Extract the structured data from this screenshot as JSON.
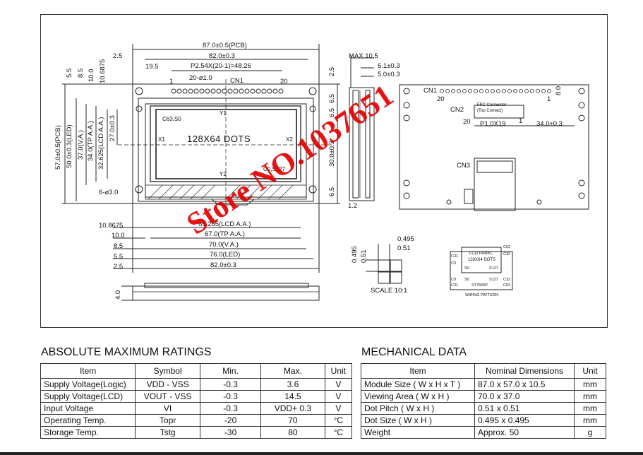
{
  "drawing": {
    "front_view": {
      "top_dims": [
        "87.0±0.5(PCB)",
        "82.0±0.3",
        "P2.54X(20-1)=48.26",
        "20-ø1.0",
        "2.5",
        "19.5"
      ],
      "connector_labels": [
        "1",
        "CN1",
        "20"
      ],
      "left_top_dims": [
        "5.5",
        "8.5",
        "10.0",
        "10.6875"
      ],
      "vertical_dims": [
        "57.0±0.5(PCB)",
        "50.0±0.3(LED)",
        "37.0(V.A.)",
        "34.0(TP A.A.)",
        "32.625(LCD A.A.)",
        "27.0±0.3"
      ],
      "right_dims": [
        "2.5",
        "6.5",
        "6.5",
        "30.0±0.3",
        "6.5"
      ],
      "display_labels": [
        "C63,S0",
        "Y1",
        "X1",
        "128X64  DOTS",
        "X2",
        "Y2",
        "C0,S127"
      ],
      "hole_label": "6-ø3.0",
      "left_bottom_dims": [
        "10.8675",
        "10.0",
        "8.5",
        "5.5",
        "2.5"
      ],
      "bottom_dims": [
        "65.265(LCD A.A.)",
        "67.0(TP A.A.)",
        "70.0(V.A.)",
        "76.0(LED)",
        "82.0±0.3"
      ],
      "thickness": "4.0"
    },
    "side_view": {
      "dims": [
        "MAX 10.5",
        "6.1±0.3",
        "5.0±0.3"
      ],
      "bottom": "1.2"
    },
    "back_view": {
      "labels": [
        "CN1",
        "20",
        "1",
        "8.0",
        "CN2",
        "FPC Connector",
        "(Top Contact)",
        "20",
        "P1.0X19",
        "1",
        "34.0±0.3",
        "CN3"
      ]
    },
    "pixel_detail": {
      "dims": [
        "0.495",
        "0.51",
        "0.495",
        "0.51"
      ],
      "scale": "SCALE 10:1"
    },
    "wiring": {
      "labels": [
        "LCD PANEL",
        "128X64 DOTS",
        "C63",
        "C31",
        "C32",
        "C0",
        "S0",
        "S127",
        "C0",
        "S0",
        "S127",
        "C32",
        "C31",
        "ST7565P",
        "C63",
        "WIRING PATTERN"
      ]
    }
  },
  "watermark": "Store NO.1037651",
  "abs_max": {
    "title": "ABSOLUTE MAXIMUM RATINGS",
    "headers": [
      "Item",
      "Symbol",
      "Min.",
      "Max.",
      "Unit"
    ],
    "rows": [
      [
        "Supply Voltage(Logic)",
        "VDD - VSS",
        "-0.3",
        "3.6",
        "V"
      ],
      [
        "Supply Voltage(LCD)",
        "VOUT - VSS",
        "-0.3",
        "14.5",
        "V"
      ],
      [
        "Input  Voltage",
        "VI",
        "-0.3",
        "VDD+ 0.3",
        "V"
      ],
      [
        "Operating Temp.",
        "Topr",
        "-20",
        "70",
        "°C"
      ],
      [
        "Storage Temp.",
        "Tstg",
        "-30",
        "80",
        "°C"
      ]
    ]
  },
  "mech": {
    "title": "MECHANICAL DATA",
    "headers": [
      "Item",
      "Nominal Dimensions",
      "Unit"
    ],
    "rows": [
      [
        "Module Size ( W x H x T )",
        "87.0 x 57.0 x 10.5",
        "mm"
      ],
      [
        "Viewing Area ( W x H )",
        "70.0 x 37.0",
        "mm"
      ],
      [
        "Dot Pitch ( W x H )",
        "0.51 x 0.51",
        "mm"
      ],
      [
        "Dot Size ( W x H )",
        "0.495 x 0.495",
        "mm"
      ],
      [
        "Weight",
        "Approx.  50",
        "g"
      ]
    ]
  }
}
